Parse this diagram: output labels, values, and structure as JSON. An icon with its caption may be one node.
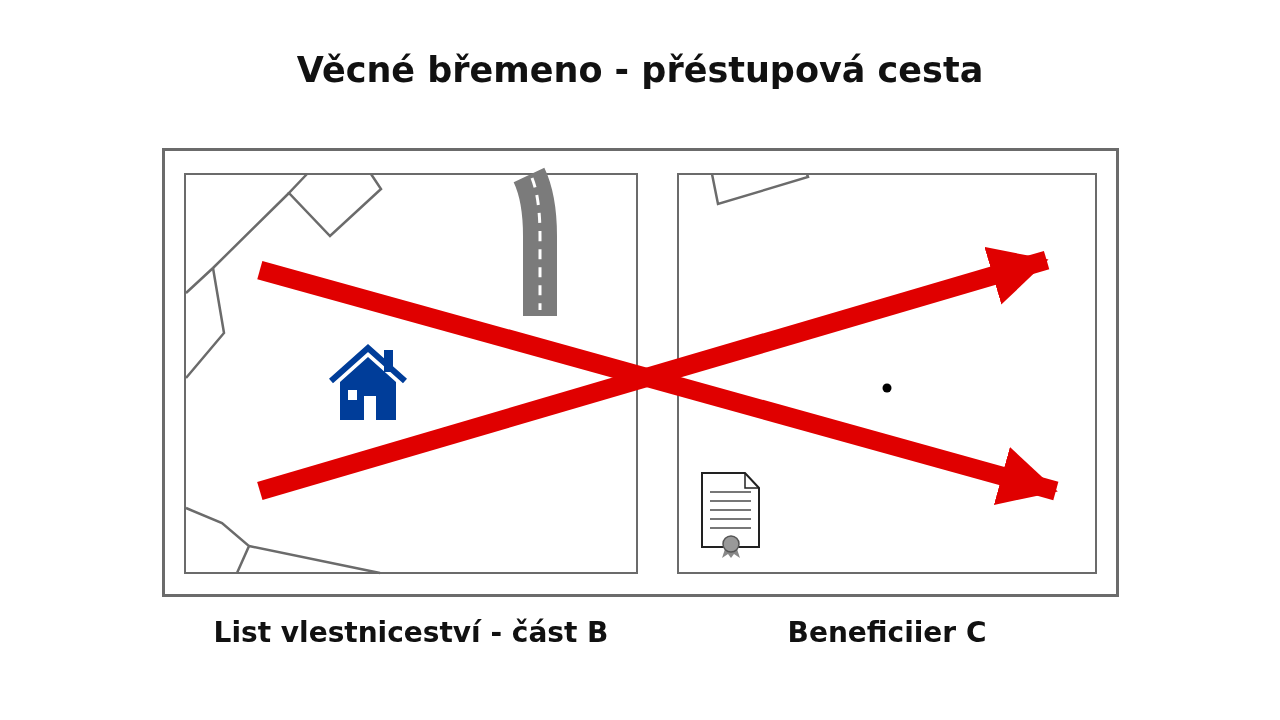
{
  "diagram": {
    "title": "Věcné břemeno - přéstupová cesta",
    "nodes": [
      {
        "text": [],
        "shape": "box"
      },
      {
        "text": [],
        "shape": "box",
        "in": 0,
        "beside": [
          "List vlestniceství - část B"
        ]
      },
      {
        "text": [],
        "shape": "box",
        "in": 0,
        "beside": [
          "Beneficiier C"
        ]
      }
    ],
    "edges": [
      {
        "from": 1,
        "to": 2,
        "arrow": "to"
      },
      {
        "from": 1,
        "to": 2,
        "arrow": "to"
      }
    ]
  }
}
